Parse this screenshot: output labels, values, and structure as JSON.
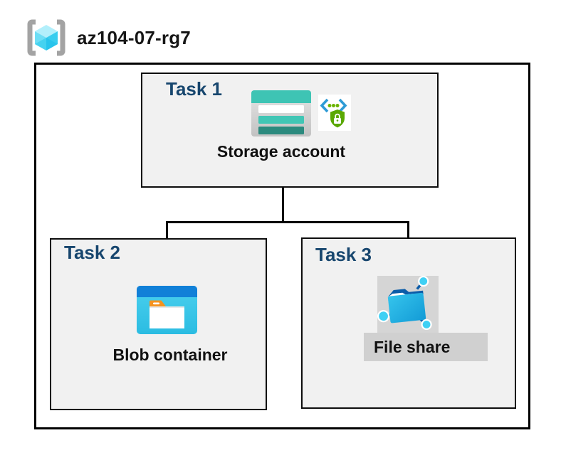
{
  "header": {
    "title": "az104-07-rg7",
    "icon": "resource-group-icon"
  },
  "resource_group": {
    "tasks": [
      {
        "id": "task-1",
        "label": "Task 1",
        "item": "Storage account",
        "icons": [
          "storage-account-icon",
          "secure-endpoint-icon"
        ]
      },
      {
        "id": "task-2",
        "label": "Task 2",
        "item": "Blob container",
        "icons": [
          "blob-container-icon"
        ]
      },
      {
        "id": "task-3",
        "label": "Task 3",
        "item": "File share",
        "icons": [
          "file-share-icon"
        ],
        "item_highlighted": true
      }
    ],
    "connections": [
      {
        "from": "Storage account",
        "to": "Blob container"
      },
      {
        "from": "Storage account",
        "to": "File share"
      }
    ]
  },
  "colors": {
    "task_label_navy": "#17466e",
    "box_fill": "#f1f1f1",
    "outline_black": "#000000",
    "storage_teal": "#3ec4b4",
    "storage_teal_dark": "#2b8a7e",
    "blob_header_blue": "#1180d8",
    "blob_body_cyan": "#3ac9ec",
    "folder_tab_orange": "#f5921e",
    "secure_green": "#5aa802",
    "secure_chevron_blue": "#2e9bd5",
    "fileshare_blue": "#1ba9de",
    "fileshare_flap_dark": "#0b5ca8",
    "highlight_gray": "#d0d0d0",
    "rg_cube_cyan": "#3fcff0",
    "rg_bracket_gray": "#a3a3a3"
  }
}
